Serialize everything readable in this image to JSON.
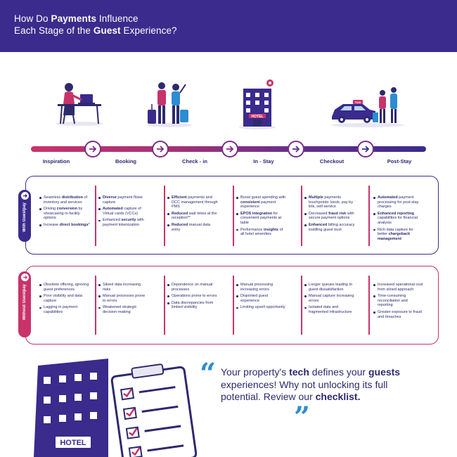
{
  "header": {
    "line1": [
      {
        "t": "How Do ",
        "b": false
      },
      {
        "t": "Payments",
        "b": true
      },
      {
        "t": " Influence",
        "b": false
      }
    ],
    "line2": [
      {
        "t": "Each Stage of the ",
        "b": false
      },
      {
        "t": "Guest",
        "b": true
      },
      {
        "t": " Experience?",
        "b": false
      }
    ]
  },
  "stages": [
    "Inspiration",
    "Booking",
    "Check - in",
    "In - Stay",
    "Checkout",
    "Post-Stay"
  ],
  "illustrations": {
    "hotel_sign": "HOTEL",
    "taxi_sign": "TAXI",
    "bottom_hotel_sign": "HOTEL"
  },
  "with_guestpay": {
    "label": "With Guestpay",
    "columns": [
      [
        [
          {
            "t": "Seamless ",
            "b": false
          },
          {
            "t": "distribution",
            "b": true
          },
          {
            "t": " of inventory and services",
            "b": false
          }
        ],
        [
          {
            "t": "Driving ",
            "b": false
          },
          {
            "t": "conversion",
            "b": true
          },
          {
            "t": " by showcasing in-facility options",
            "b": false
          }
        ],
        [
          {
            "t": "Increase ",
            "b": false
          },
          {
            "t": "direct bookings",
            "b": true
          },
          {
            "t": "*",
            "b": false
          }
        ]
      ],
      [
        [
          {
            "t": "Diverse",
            "b": true
          },
          {
            "t": " payment flows capture",
            "b": false
          }
        ],
        [
          {
            "t": "Automated",
            "b": true
          },
          {
            "t": " capture of Virtual cards (VCCs)",
            "b": false
          }
        ],
        [
          {
            "t": "Enhanced ",
            "b": false
          },
          {
            "t": "security",
            "b": true
          },
          {
            "t": " with payment tokenization",
            "b": false
          }
        ]
      ],
      [
        [
          {
            "t": "Efficient",
            "b": true
          },
          {
            "t": " payments and DCC management through PMS",
            "b": false
          }
        ],
        [
          {
            "t": "Reduced",
            "b": true
          },
          {
            "t": " wait times at the reception**",
            "b": false
          }
        ],
        [
          {
            "t": "Reduced",
            "b": true
          },
          {
            "t": " manual data entry",
            "b": false
          }
        ]
      ],
      [
        [
          {
            "t": "Boost guest spending with ",
            "b": false
          },
          {
            "t": "consistent",
            "b": true
          },
          {
            "t": " payment experience",
            "b": false
          }
        ],
        [
          {
            "t": "EPOS integration",
            "b": true
          },
          {
            "t": " for convenient payments at table",
            "b": false
          }
        ],
        [
          {
            "t": "Performance ",
            "b": false
          },
          {
            "t": "insights",
            "b": true
          },
          {
            "t": " of all hotel amenities",
            "b": false
          }
        ]
      ],
      [
        [
          {
            "t": "Multiple",
            "b": true
          },
          {
            "t": " payments touchpoints: kiosk, pay by link, self-service",
            "b": false
          }
        ],
        [
          {
            "t": "Decreased ",
            "b": false
          },
          {
            "t": "fraud risk",
            "b": true
          },
          {
            "t": " with secure payment options",
            "b": false
          }
        ],
        [
          {
            "t": "Enhanced",
            "b": true
          },
          {
            "t": " billing accuracy instilling guest trust",
            "b": false
          }
        ]
      ],
      [
        [
          {
            "t": "Automated",
            "b": true
          },
          {
            "t": " payment processing for post-stay charges",
            "b": false
          }
        ],
        [
          {
            "t": "Enhanced reporting",
            "b": true
          },
          {
            "t": " capabilities for financial analysis",
            "b": false
          }
        ],
        [
          {
            "t": "Rich data capture for better ",
            "b": false
          },
          {
            "t": "chargeback management",
            "b": true
          }
        ]
      ]
    ]
  },
  "without_guestpay": {
    "label": "Without Guestpay",
    "columns": [
      [
        "Obsolete offering, ignoring guest preferences",
        "Poor visibility and data capture",
        "Lagging in payment capabilities"
      ],
      [
        "Siloed data increasing risks",
        "Manual processes prone to errors",
        "Weakened strategic decision-making"
      ],
      [
        "Dependence on manual processes",
        "Operations prone to errors",
        "Data discrepancies from limited visibility"
      ],
      [
        "Manual processing increasing errors",
        "Disjointed guest experience",
        "Limiting upsell opportunity"
      ],
      [
        "Longer queues leading to guest dissatisfaction",
        "Manual capture increasing errors",
        "Isolated data and fragmented infrastructure"
      ],
      [
        "Increased operational cost from siloed approach",
        "Time-consuming reconciliation and reporting",
        "Greater exposure to fraud and breaches"
      ]
    ]
  },
  "quote": [
    {
      "t": "Your property's ",
      "b": false
    },
    {
      "t": "tech",
      "b": true
    },
    {
      "t": " defines your ",
      "b": false
    },
    {
      "t": "guests",
      "b": true
    },
    {
      "t": " experiences! Why not unlocking its full potential. Review our ",
      "b": false
    },
    {
      "t": "checklist.",
      "b": true
    }
  ],
  "colors": {
    "navy": "#3a2b8c",
    "magenta": "#c8336a",
    "text": "#2d2a6e",
    "quote_blue": "#2d8cd3"
  },
  "icons": [
    "arrow-right-icon",
    "quote-open-icon",
    "quote-close-icon"
  ]
}
